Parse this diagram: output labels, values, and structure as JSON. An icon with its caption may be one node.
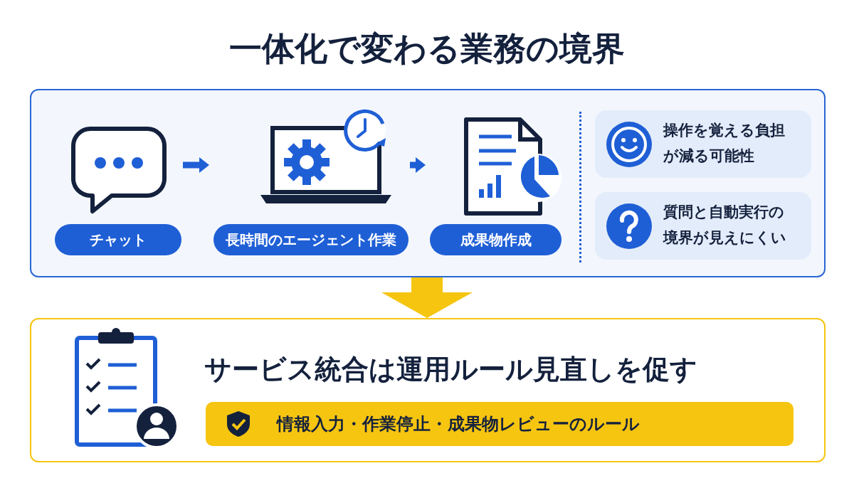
{
  "diagram": {
    "title": "一体化で変わる業務の境界",
    "nodes": [
      {
        "text": [],
        "shape": "box"
      },
      {
        "text": [
          "チャット"
        ],
        "in": 0
      },
      {
        "text": [
          "長時間のエージェント作業"
        ],
        "in": 0
      },
      {
        "text": [
          "成果物作成"
        ],
        "in": 0
      },
      {
        "text": [
          "操作を覚える負担が減る可能性"
        ],
        "in": 0
      },
      {
        "text": [
          "質問と自動実行の境界が見えにくい"
        ],
        "in": 0
      },
      {
        "text": [
          "サービス統合は運用ルール見直しを促す"
        ]
      },
      {
        "text": [
          "情報入力・作業停止・成果物レビューのルール"
        ],
        "in": 6
      }
    ],
    "edges": [
      {
        "from": 1,
        "to": 2,
        "arrow": "to"
      },
      {
        "from": 2,
        "to": 3,
        "arrow": "to"
      },
      {
        "from": 0,
        "to": 6,
        "arrow": "to",
        "style": "thick",
        "color": "#f6c510"
      }
    ]
  }
}
